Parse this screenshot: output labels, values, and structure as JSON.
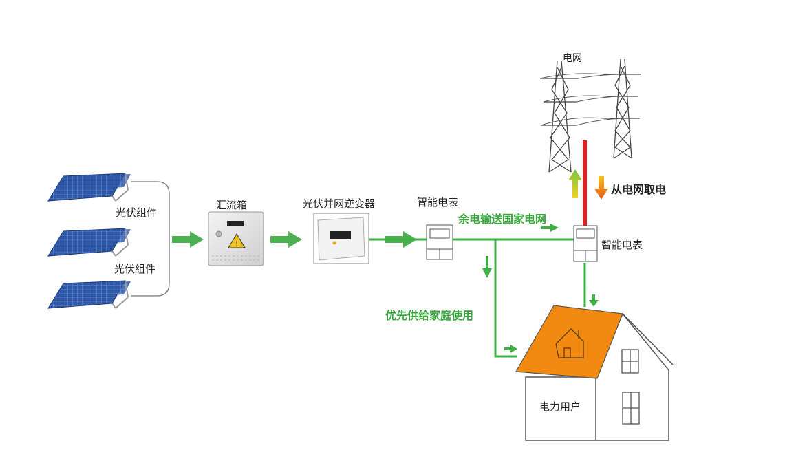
{
  "labels": {
    "pv_module_1": "光伏组件",
    "pv_module_2": "光伏组件",
    "combiner_box": "汇流箱",
    "inverter": "光伏并网逆变器",
    "smart_meter_1": "智能电表",
    "smart_meter_2": "智能电表",
    "grid": "电网",
    "draw_from_grid": "从电网取电",
    "export_to_grid": "余电输送国家电网",
    "home_priority": "优先供给家庭使用",
    "user": "电力用户"
  },
  "colors": {
    "flow_green": "#3cb043",
    "arrow_green": "#4caf50",
    "grid_red": "#e02020",
    "arrow_orange": "#f08a24",
    "roof_orange": "#f28a12",
    "panel_blue": "#2c4f9e"
  }
}
